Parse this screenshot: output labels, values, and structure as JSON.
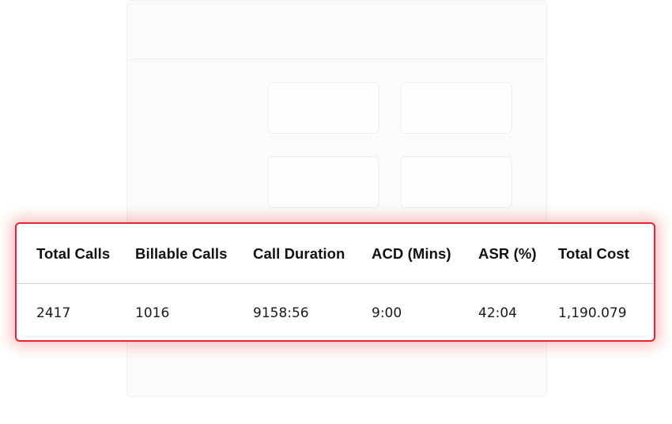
{
  "stats_table": {
    "columns": [
      "Total Calls",
      "Billable Calls",
      "Call Duration",
      "ACD (Mins)",
      "ASR (%)",
      "Total Cost"
    ],
    "values": [
      "2417",
      "1016",
      "9158:56",
      "9:00",
      "42:04",
      "1,190.079"
    ]
  },
  "colors": {
    "highlight_border": "#e8262b",
    "divider": "#cfcfcf",
    "text": "#111111"
  }
}
